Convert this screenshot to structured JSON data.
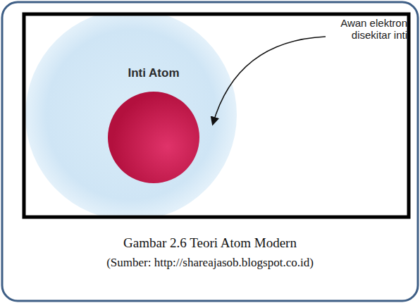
{
  "diagram": {
    "caption": "Gambar 2.6 Teori Atom Modern",
    "nodes": [
      {
        "text": [
          "Inti Atom"
        ]
      }
    ],
    "labels": [
      "Awan elektron disekitar inti",
      "(Sumber: http://shareajasob.blogspot.co.id)"
    ]
  }
}
